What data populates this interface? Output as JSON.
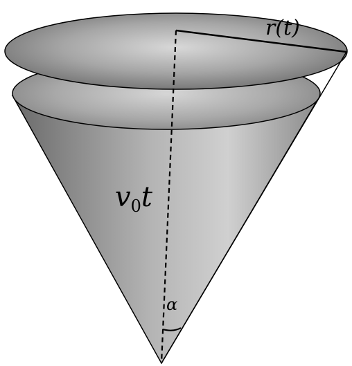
{
  "labels": {
    "radius": "r(t)",
    "height_var": "v",
    "height_sub": "0",
    "height_t": "t",
    "angle": "α"
  },
  "colors": {
    "fill_dark": "#6e6e6e",
    "fill_mid": "#a8a8a8",
    "fill_light": "#d2d2d2",
    "stroke": "#000000",
    "background": "#ffffff"
  }
}
